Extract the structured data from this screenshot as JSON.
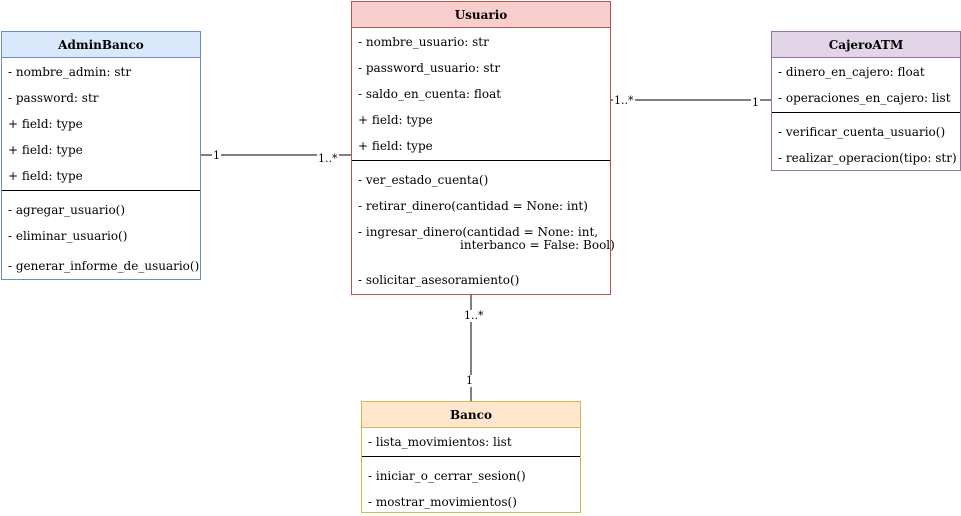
{
  "classes": {
    "admin": {
      "name": "AdminBanco",
      "attributes": [
        "- nombre_admin: str",
        "- password: str",
        "+ field: type",
        "+ field: type",
        "+ field: type"
      ],
      "methods": [
        "- agregar_usuario()",
        "- eliminar_usuario()",
        "- generar_informe_de_usuario()"
      ]
    },
    "usuario": {
      "name": "Usuario",
      "attributes": [
        "- nombre_usuario: str",
        "- password_usuario: str",
        "- saldo_en_cuenta: float",
        "+ field: type",
        "+ field: type"
      ],
      "methods": [
        "- ver_estado_cuenta()",
        "- retirar_dinero(cantidad = None: int)",
        "- ingresar_dinero(cantidad = None: int,",
        "interbanco = False: Bool)",
        "- solicitar_asesoramiento()"
      ]
    },
    "cajero": {
      "name": "CajeroATM",
      "attributes": [
        "- dinero_en_cajero: float",
        "- operaciones_en_cajero: list"
      ],
      "methods": [
        "- verificar_cuenta_usuario()",
        "- realizar_operacion(tipo: str)"
      ]
    },
    "banco": {
      "name": "Banco",
      "attributes": [
        "- lista_movimientos: list"
      ],
      "methods": [
        "- iniciar_o_cerrar_sesion()",
        "- mostrar_movimientos()"
      ]
    }
  },
  "associations": {
    "admin_usuario": {
      "from_mult": "1",
      "to_mult": "1..*"
    },
    "usuario_cajero": {
      "from_mult": "1..*",
      "to_mult": "1"
    },
    "usuario_banco": {
      "from_mult": "1..*",
      "to_mult": "1"
    }
  },
  "colors": {
    "admin_fill": "#dae8fc",
    "admin_stroke": "#6c8ebf",
    "usuario_fill": "#f8cecc",
    "usuario_stroke": "#b85450",
    "cajero_fill": "#e1d5e7",
    "cajero_stroke": "#9673a6",
    "banco_fill": "#ffe6cc",
    "banco_stroke": "#d6b656"
  }
}
